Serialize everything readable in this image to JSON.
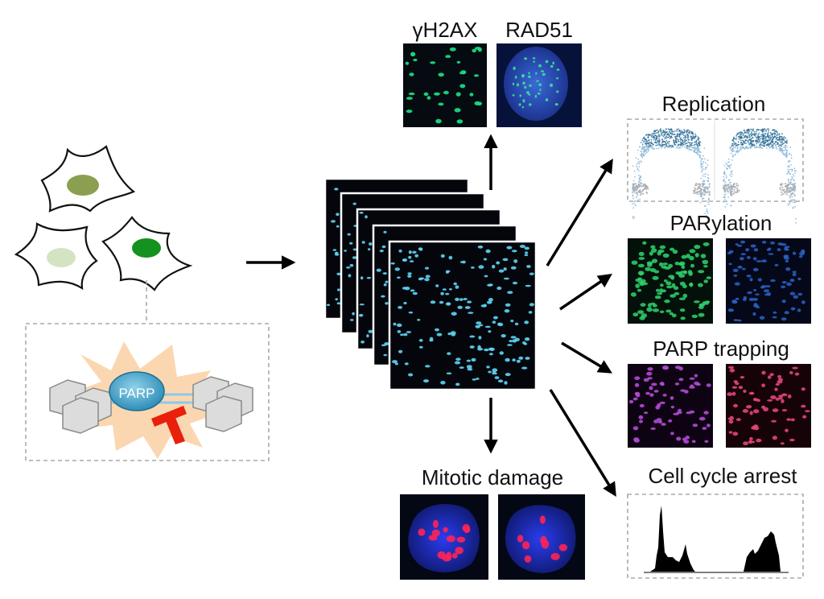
{
  "labels": {
    "gh2ax": "γH2AX",
    "rad51": "RAD51",
    "replication": "Replication",
    "parylation": "PARylation",
    "parp_trapping": "PARP trapping",
    "mitotic_damage": "Mitotic damage",
    "cell_cycle_arrest": "Cell cycle arrest",
    "parp": "PARP"
  },
  "colors": {
    "arrow": "#000000",
    "dashed_border": "#aaaaaa",
    "cell_nucleus_1": "#8aa050",
    "cell_nucleus_2": "#d4e4c2",
    "cell_nucleus_3": "#14911e",
    "parp_body": "#3f9ec4",
    "inhibitor": "#e8200c",
    "starburst": "#fbd7b1",
    "stack_nuclei": "#5fd6f4",
    "gh2ax_foci": "#19d980",
    "rad51_nucleus": "#2d55c8",
    "parylation_left": "#2fd36f",
    "parylation_right": "#2b62c4",
    "trapping_left": "#b34ad6",
    "trapping_right": "#e0457c",
    "mitotic_chromatin": "#1f2fd8",
    "mitotic_foci": "#ff2255",
    "replication_dots": "#2b6d96",
    "histogram": "#000000"
  }
}
